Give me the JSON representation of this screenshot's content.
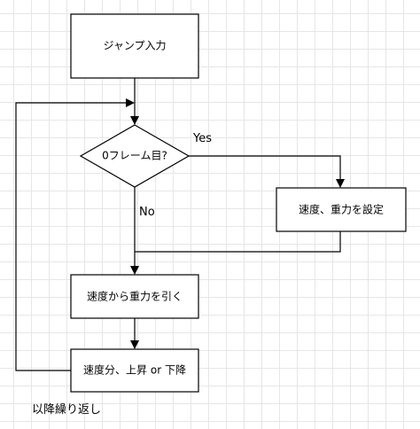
{
  "nodes": {
    "jump_input": "ジャンプ入力",
    "first_frame_check": "0フレーム目?",
    "set_speed_gravity": "速度、重力を設定",
    "subtract_gravity": "速度から重力を引く",
    "move_by_speed": "速度分、上昇 or 下降"
  },
  "edge_labels": {
    "yes": "Yes",
    "no": "No"
  },
  "annotations": {
    "loop_note": "以降繰り返し"
  }
}
